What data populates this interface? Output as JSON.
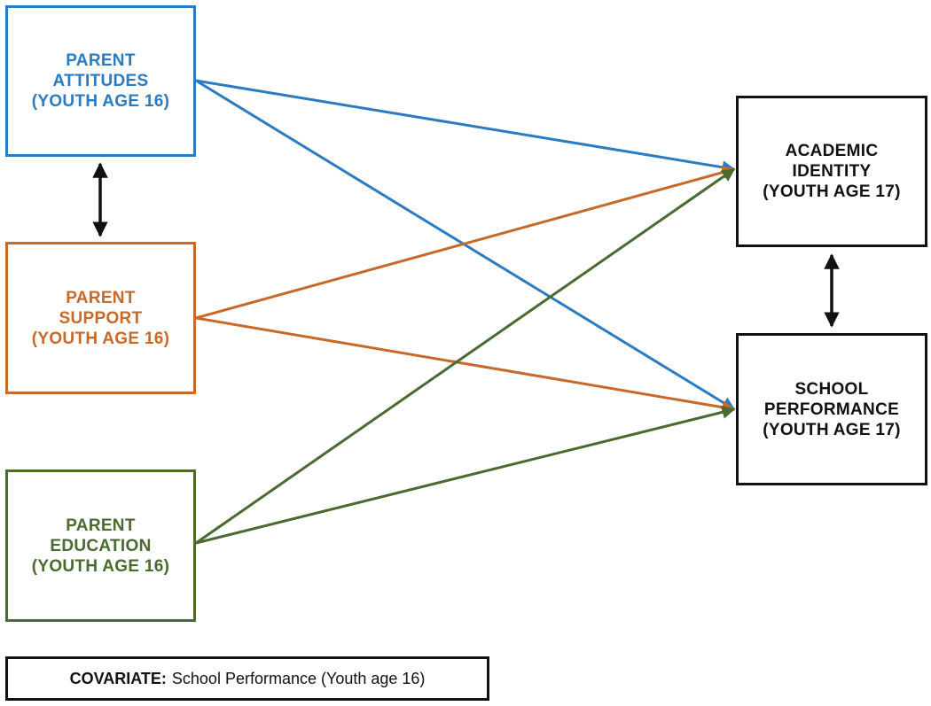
{
  "colors": {
    "attitudes": "#2b7bc2",
    "support": "#c8692a",
    "education": "#4a6a2e",
    "outcome": "#111111",
    "arrow_black": "#111111"
  },
  "nodes": {
    "attitudes": {
      "lines": [
        "PARENT",
        "ATTITUDES",
        "(YOUTH AGE 16)"
      ]
    },
    "support": {
      "lines": [
        "PARENT",
        "SUPPORT",
        "(YOUTH AGE 16)"
      ]
    },
    "education": {
      "lines": [
        "PARENT",
        "EDUCATION",
        "(YOUTH AGE 16)"
      ]
    },
    "identity": {
      "lines": [
        "ACADEMIC",
        "IDENTITY",
        "(YOUTH AGE 17)"
      ]
    },
    "performance": {
      "lines": [
        "SCHOOL",
        "PERFORMANCE",
        "(YOUTH AGE 17)"
      ]
    }
  },
  "edges": [
    {
      "from": "attitudes",
      "to": "identity",
      "color": "attitudes",
      "directed": true
    },
    {
      "from": "attitudes",
      "to": "performance",
      "color": "attitudes",
      "directed": true
    },
    {
      "from": "support",
      "to": "identity",
      "color": "support",
      "directed": true
    },
    {
      "from": "support",
      "to": "performance",
      "color": "support",
      "directed": true
    },
    {
      "from": "education",
      "to": "identity",
      "color": "education",
      "directed": true
    },
    {
      "from": "education",
      "to": "performance",
      "color": "education",
      "directed": true
    },
    {
      "from": "attitudes",
      "to": "support",
      "color": "arrow_black",
      "bidirectional": true
    },
    {
      "from": "identity",
      "to": "performance",
      "color": "arrow_black",
      "bidirectional": true
    }
  ],
  "covariate": {
    "label": "COVARIATE:",
    "text": "School Performance (Youth age 16)"
  }
}
